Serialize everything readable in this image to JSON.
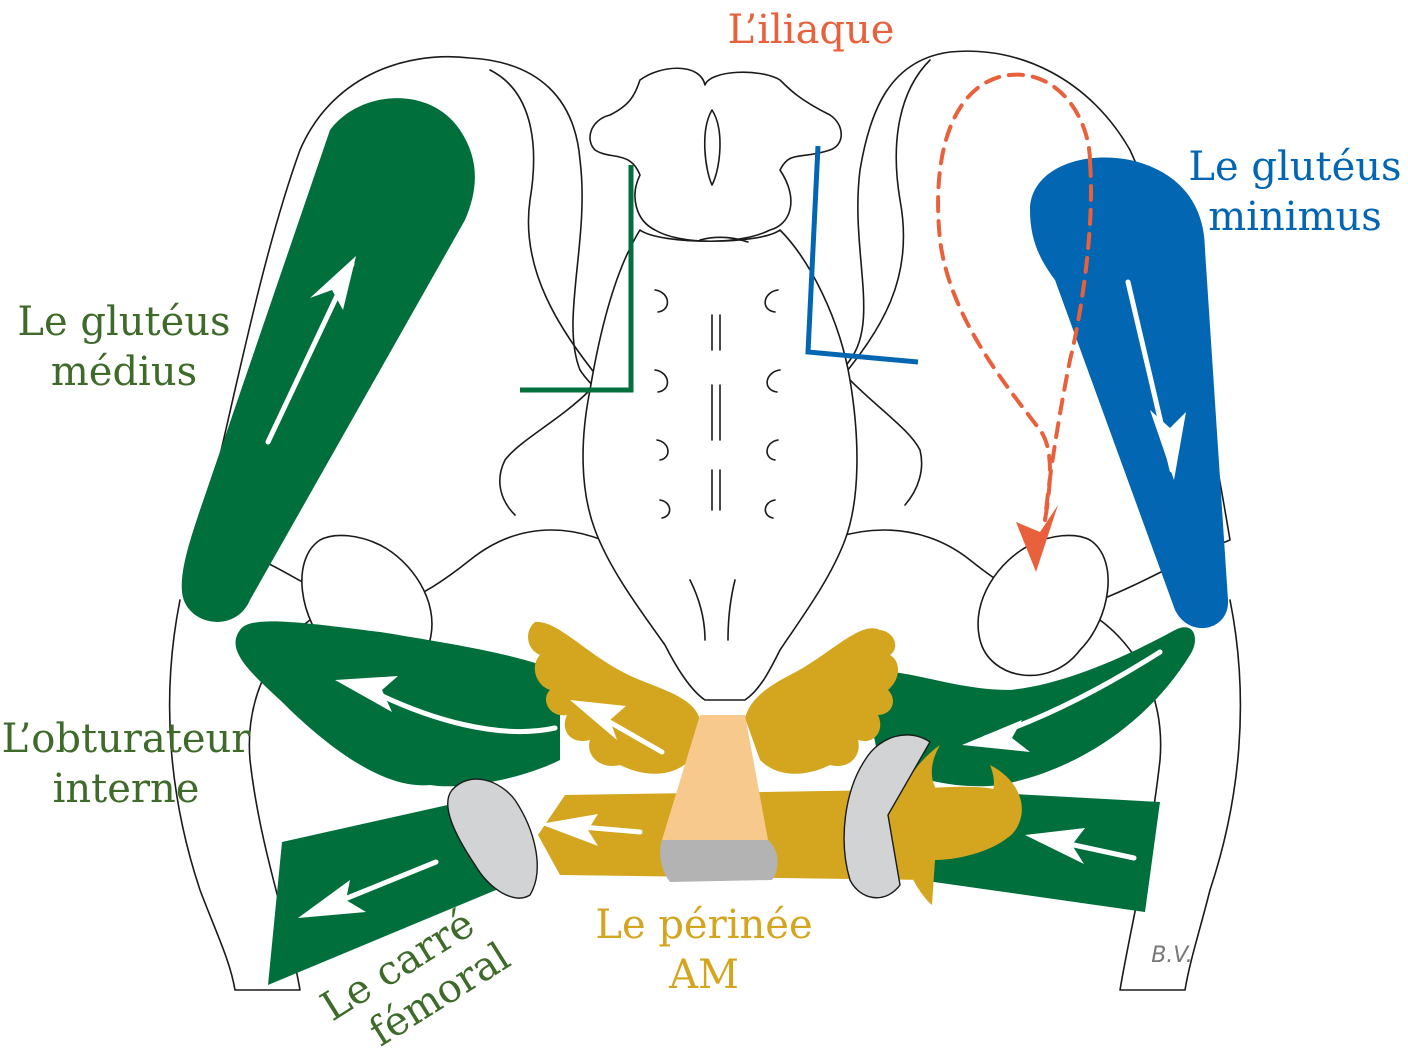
{
  "colors": {
    "green_muscle": "#006f3c",
    "blue_muscle": "#0366b3",
    "gold_perineum": "#d4a51e",
    "peach": "#f8c98d",
    "gray": "#b3b3b3",
    "light_gray": "#d2d3d5",
    "red_arrow": "#e8613c",
    "green_text": "#3e6a2a",
    "blue_text": "#0366b3",
    "red_text": "#e8613c",
    "gold_text": "#d4a51e"
  },
  "labels": {
    "iliaque": "L’iliaque",
    "gluteus_minimus_line1": "Le glutéus",
    "gluteus_minimus_line2": "minimus",
    "gluteus_medius_line1": "Le glutéus",
    "gluteus_medius_line2": "médius",
    "obturateur_line1": "L’obturateur",
    "obturateur_line2": "interne",
    "carre_line1": "Le carré",
    "carre_line2": "fémoral",
    "perinee_line1": "Le périnée",
    "perinee_line2": "AM",
    "signature": "B.V."
  }
}
